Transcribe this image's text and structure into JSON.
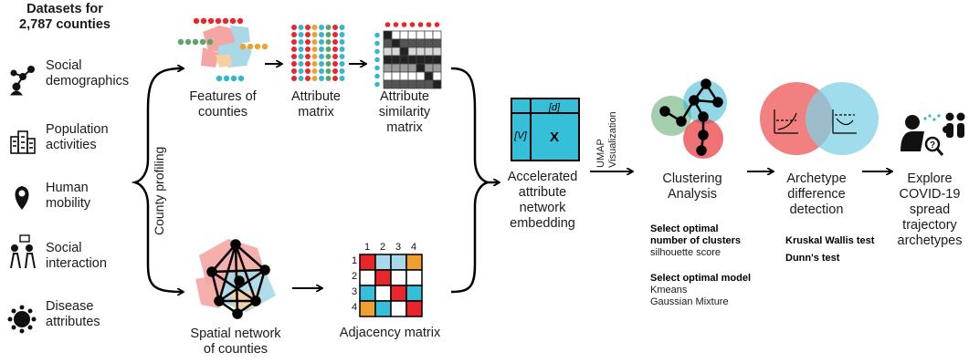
{
  "datasets": {
    "title_line1": "Datasets for",
    "title_line2": "2,787 counties",
    "items": [
      {
        "line1": "Social",
        "line2": "demographics",
        "icon": "people-network-icon"
      },
      {
        "line1": "Population",
        "line2": "activities",
        "icon": "buildings-icon"
      },
      {
        "line1": "Human",
        "line2": "mobility",
        "icon": "location-pin-icon"
      },
      {
        "line1": "Social",
        "line2": "interaction",
        "icon": "people-talking-icon"
      },
      {
        "line1": "Disease",
        "line2": "attributes",
        "icon": "virus-icon"
      }
    ]
  },
  "county_profiling": "County profiling",
  "features": {
    "line1": "Features of",
    "line2": "counties"
  },
  "attribute_matrix": {
    "line1": "Attribute",
    "line2": "matrix"
  },
  "similarity": {
    "line1": "Attribute",
    "line2": "similarity",
    "line3": "matrix"
  },
  "spatial": {
    "line1": "Spatial network",
    "line2": "of counties"
  },
  "adjacency": {
    "label": "Adjacency matrix",
    "col_headers": [
      "1",
      "2",
      "3",
      "4"
    ],
    "row_headers": [
      "1",
      "2",
      "3",
      "4"
    ]
  },
  "embedding": {
    "matrix_d": "[d]",
    "matrix_v": "[V]",
    "matrix_x": "X",
    "line1": "Accelerated",
    "line2": "attribute",
    "line3": "network",
    "line4": "embedding"
  },
  "umap": {
    "line1": "UMAP",
    "line2": "Visualization"
  },
  "clustering": {
    "line1": "Clustering",
    "line2": "Analysis",
    "opt_clusters_line1": "Select optimal",
    "opt_clusters_line2": "number of clusters",
    "silhouette": "silhouette score",
    "opt_model": "Select optimal model",
    "model1": "Kmeans",
    "model2": "Gaussian Mixture"
  },
  "archetype": {
    "line1": "Archetype",
    "line2": "difference",
    "line3": "detection",
    "test1": "Kruskal Wallis test",
    "test2": "Dunn's test"
  },
  "explore": {
    "line1": "Explore",
    "line2": "COVID-19",
    "line3": "spread",
    "line4": "trajectory",
    "line5": "archetypes"
  },
  "colors": {
    "red": "#e8262b",
    "orange": "#f0a030",
    "teal": "#37b7cf",
    "green": "#5aa56a",
    "pink": "#f28a86",
    "lightblue": "#a9d9e8",
    "cellblue": "#35bfd9"
  }
}
